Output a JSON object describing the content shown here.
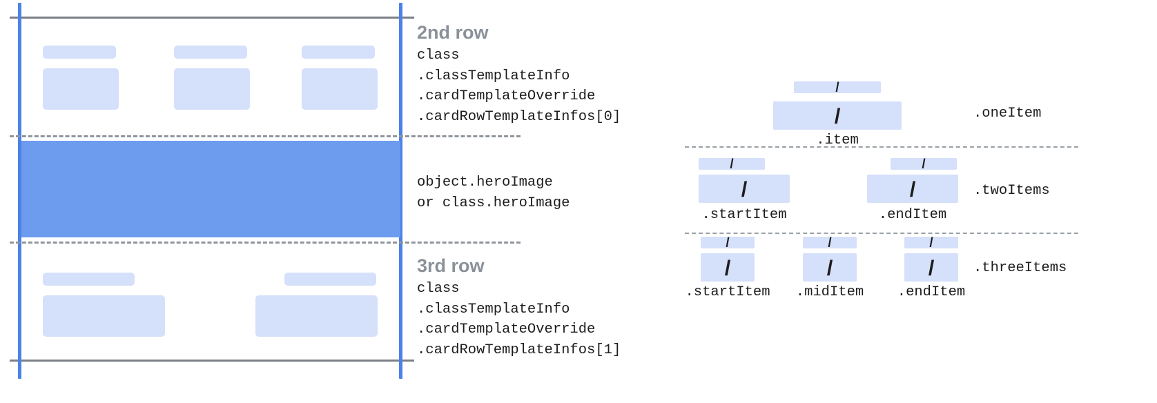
{
  "colors": {
    "placeholder_fill": "#d5e0fa",
    "hero_fill": "#6d9bee",
    "guide_rail": "#4b82e8",
    "card_edge": "#7a7f87",
    "row_divider": "#8f949c",
    "title_text": "#8b9199",
    "code_text": "#1d1d1d"
  },
  "card_diagram": {
    "name": "card-row-template-diagram",
    "rows": [
      {
        "id": "second-row",
        "title": "2nd row",
        "code_lines": [
          "class",
          ".classTemplateInfo",
          ".cardTemplateOverride",
          ".cardRowTemplateInfos[0]"
        ],
        "placeholder_columns": 3
      },
      {
        "id": "hero-row",
        "title": "",
        "code_lines": [
          "object.heroImage",
          "or class.heroImage"
        ],
        "placeholder_columns": 0
      },
      {
        "id": "third-row",
        "title": "3rd row",
        "code_lines": [
          "class",
          ".classTemplateInfo",
          ".cardTemplateOverride",
          ".cardRowTemplateInfos[1]"
        ],
        "placeholder_columns": 2
      }
    ]
  },
  "item_diagram": {
    "name": "item-layout-variants-diagram",
    "slash_glyph": "/",
    "variants": [
      {
        "id": "one-item",
        "label": ".oneItem",
        "captions": [
          ".item"
        ],
        "slot_count": 1
      },
      {
        "id": "two-items",
        "label": ".twoItems",
        "captions": [
          ".startItem",
          ".endItem"
        ],
        "slot_count": 2
      },
      {
        "id": "three-items",
        "label": ".threeItems",
        "captions": [
          ".startItem",
          ".midItem",
          ".endItem"
        ],
        "slot_count": 3
      }
    ]
  }
}
